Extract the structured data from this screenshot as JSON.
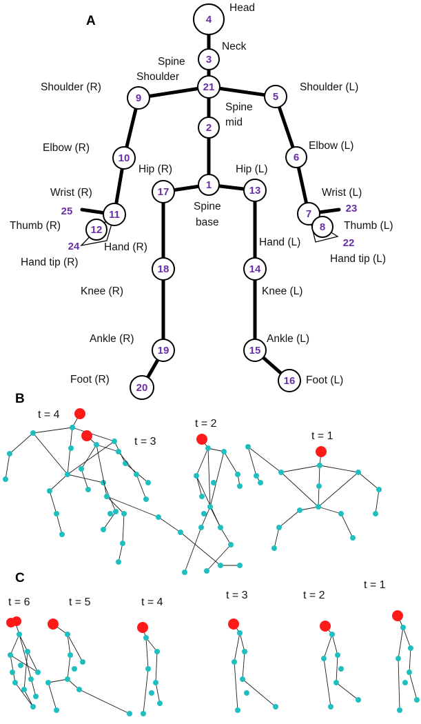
{
  "panels": {
    "a": "A",
    "b": "B",
    "c": "C"
  },
  "colors": {
    "joint_number": "#6a2da8",
    "head_marker": "#ff1a1a",
    "joint_marker": "#1fbfbf",
    "bone": "#000000"
  },
  "skeleton": {
    "joints": [
      {
        "id": "1"
      },
      {
        "id": "2"
      },
      {
        "id": "3"
      },
      {
        "id": "4"
      },
      {
        "id": "5"
      },
      {
        "id": "6"
      },
      {
        "id": "7"
      },
      {
        "id": "8"
      },
      {
        "id": "9"
      },
      {
        "id": "10"
      },
      {
        "id": "11"
      },
      {
        "id": "12"
      },
      {
        "id": "13"
      },
      {
        "id": "14"
      },
      {
        "id": "15"
      },
      {
        "id": "16"
      },
      {
        "id": "17"
      },
      {
        "id": "18"
      },
      {
        "id": "19"
      },
      {
        "id": "20"
      },
      {
        "id": "21"
      },
      {
        "id": "22"
      },
      {
        "id": "23"
      },
      {
        "id": "24"
      },
      {
        "id": "25"
      }
    ],
    "labels": {
      "head": "Head",
      "neck": "Neck",
      "spine_shoulder_1": "Spine",
      "spine_shoulder_2": "Shoulder",
      "shoulder_r": "Shoulder (R)",
      "shoulder_l": "Shoulder (L)",
      "spine_mid_1": "Spine",
      "spine_mid_2": "mid",
      "elbow_r": "Elbow (R)",
      "elbow_l": "Elbow (L)",
      "hip_r": "Hip (R)",
      "hip_l": "Hip (L)",
      "wrist_r": "Wrist (R)",
      "wrist_l": "Wrist (L)",
      "thumb_r": "Thumb (R)",
      "thumb_l": "Thumb (L)",
      "spine_base_1": "Spine",
      "spine_base_2": "base",
      "hand_r": "Hand (R)",
      "hand_l": "Hand (L)",
      "hand_tip_r": "Hand tip (R)",
      "hand_tip_l": "Hand tip (L)",
      "knee_r": "Knee (R)",
      "knee_l": "Knee (L)",
      "ankle_r": "Ankle (R)",
      "ankle_l": "Ankle (L)",
      "foot_r": "Foot (R)",
      "foot_l": "Foot (L)"
    }
  },
  "panel_b": {
    "frames": [
      "t = 4",
      "t = 3",
      "t = 2",
      "t = 1"
    ]
  },
  "panel_c": {
    "frames": [
      "t = 6",
      "t = 5",
      "t = 4",
      "t = 3",
      "t = 2",
      "t = 1"
    ]
  }
}
